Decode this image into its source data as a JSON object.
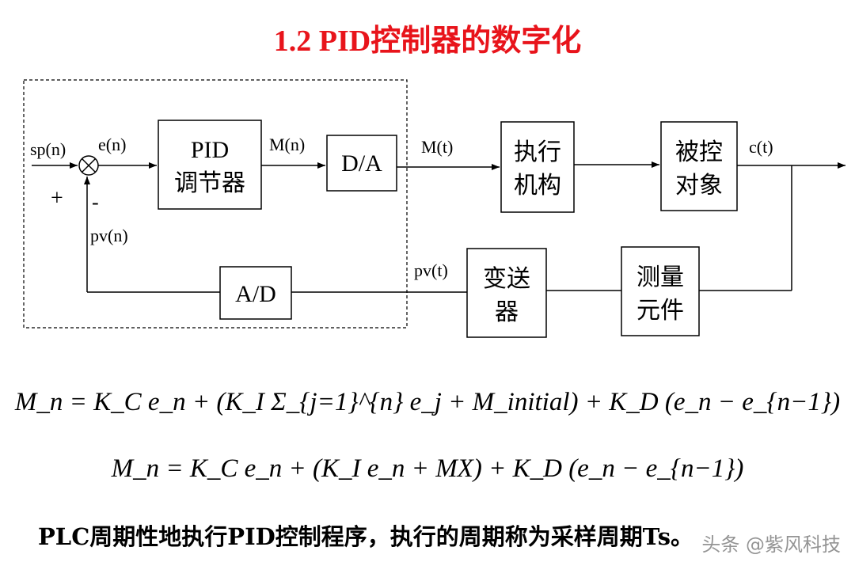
{
  "title": "1.2 PID控制器的数字化",
  "diagram": {
    "signals": {
      "sp_n": "sp(n)",
      "e_n": "e(n)",
      "M_n": "M(n)",
      "M_t": "M(t)",
      "c_t": "c(t)",
      "pv_n": "pv(n)",
      "pv_t": "pv(t)",
      "plus": "+",
      "minus": "-"
    },
    "blocks": {
      "pid_line1": "PID",
      "pid_line2": "调节器",
      "da": "D/A",
      "actuator_line1": "执行",
      "actuator_line2": "机构",
      "plant_line1": "被控",
      "plant_line2": "对象",
      "ad": "A/D",
      "transmitter_line1": "变送",
      "transmitter_line2": "器",
      "sensor_line1": "测量",
      "sensor_line2": "元件"
    }
  },
  "formulas": {
    "f1": "M_n = K_C e_n + (K_I Σ_{j=1}^{n} e_j + M_initial) + K_D (e_n − e_{n−1})",
    "f2": "M_n = K_C e_n + (K_I e_n + MX) + K_D (e_n − e_{n−1})"
  },
  "bottom_text": "PLC周期性地执行PID控制程序，执行的周期称为采样周期Ts。",
  "watermark": "头条 @紫风科技",
  "colors": {
    "title": "#e8141b",
    "lines": "#000000"
  }
}
